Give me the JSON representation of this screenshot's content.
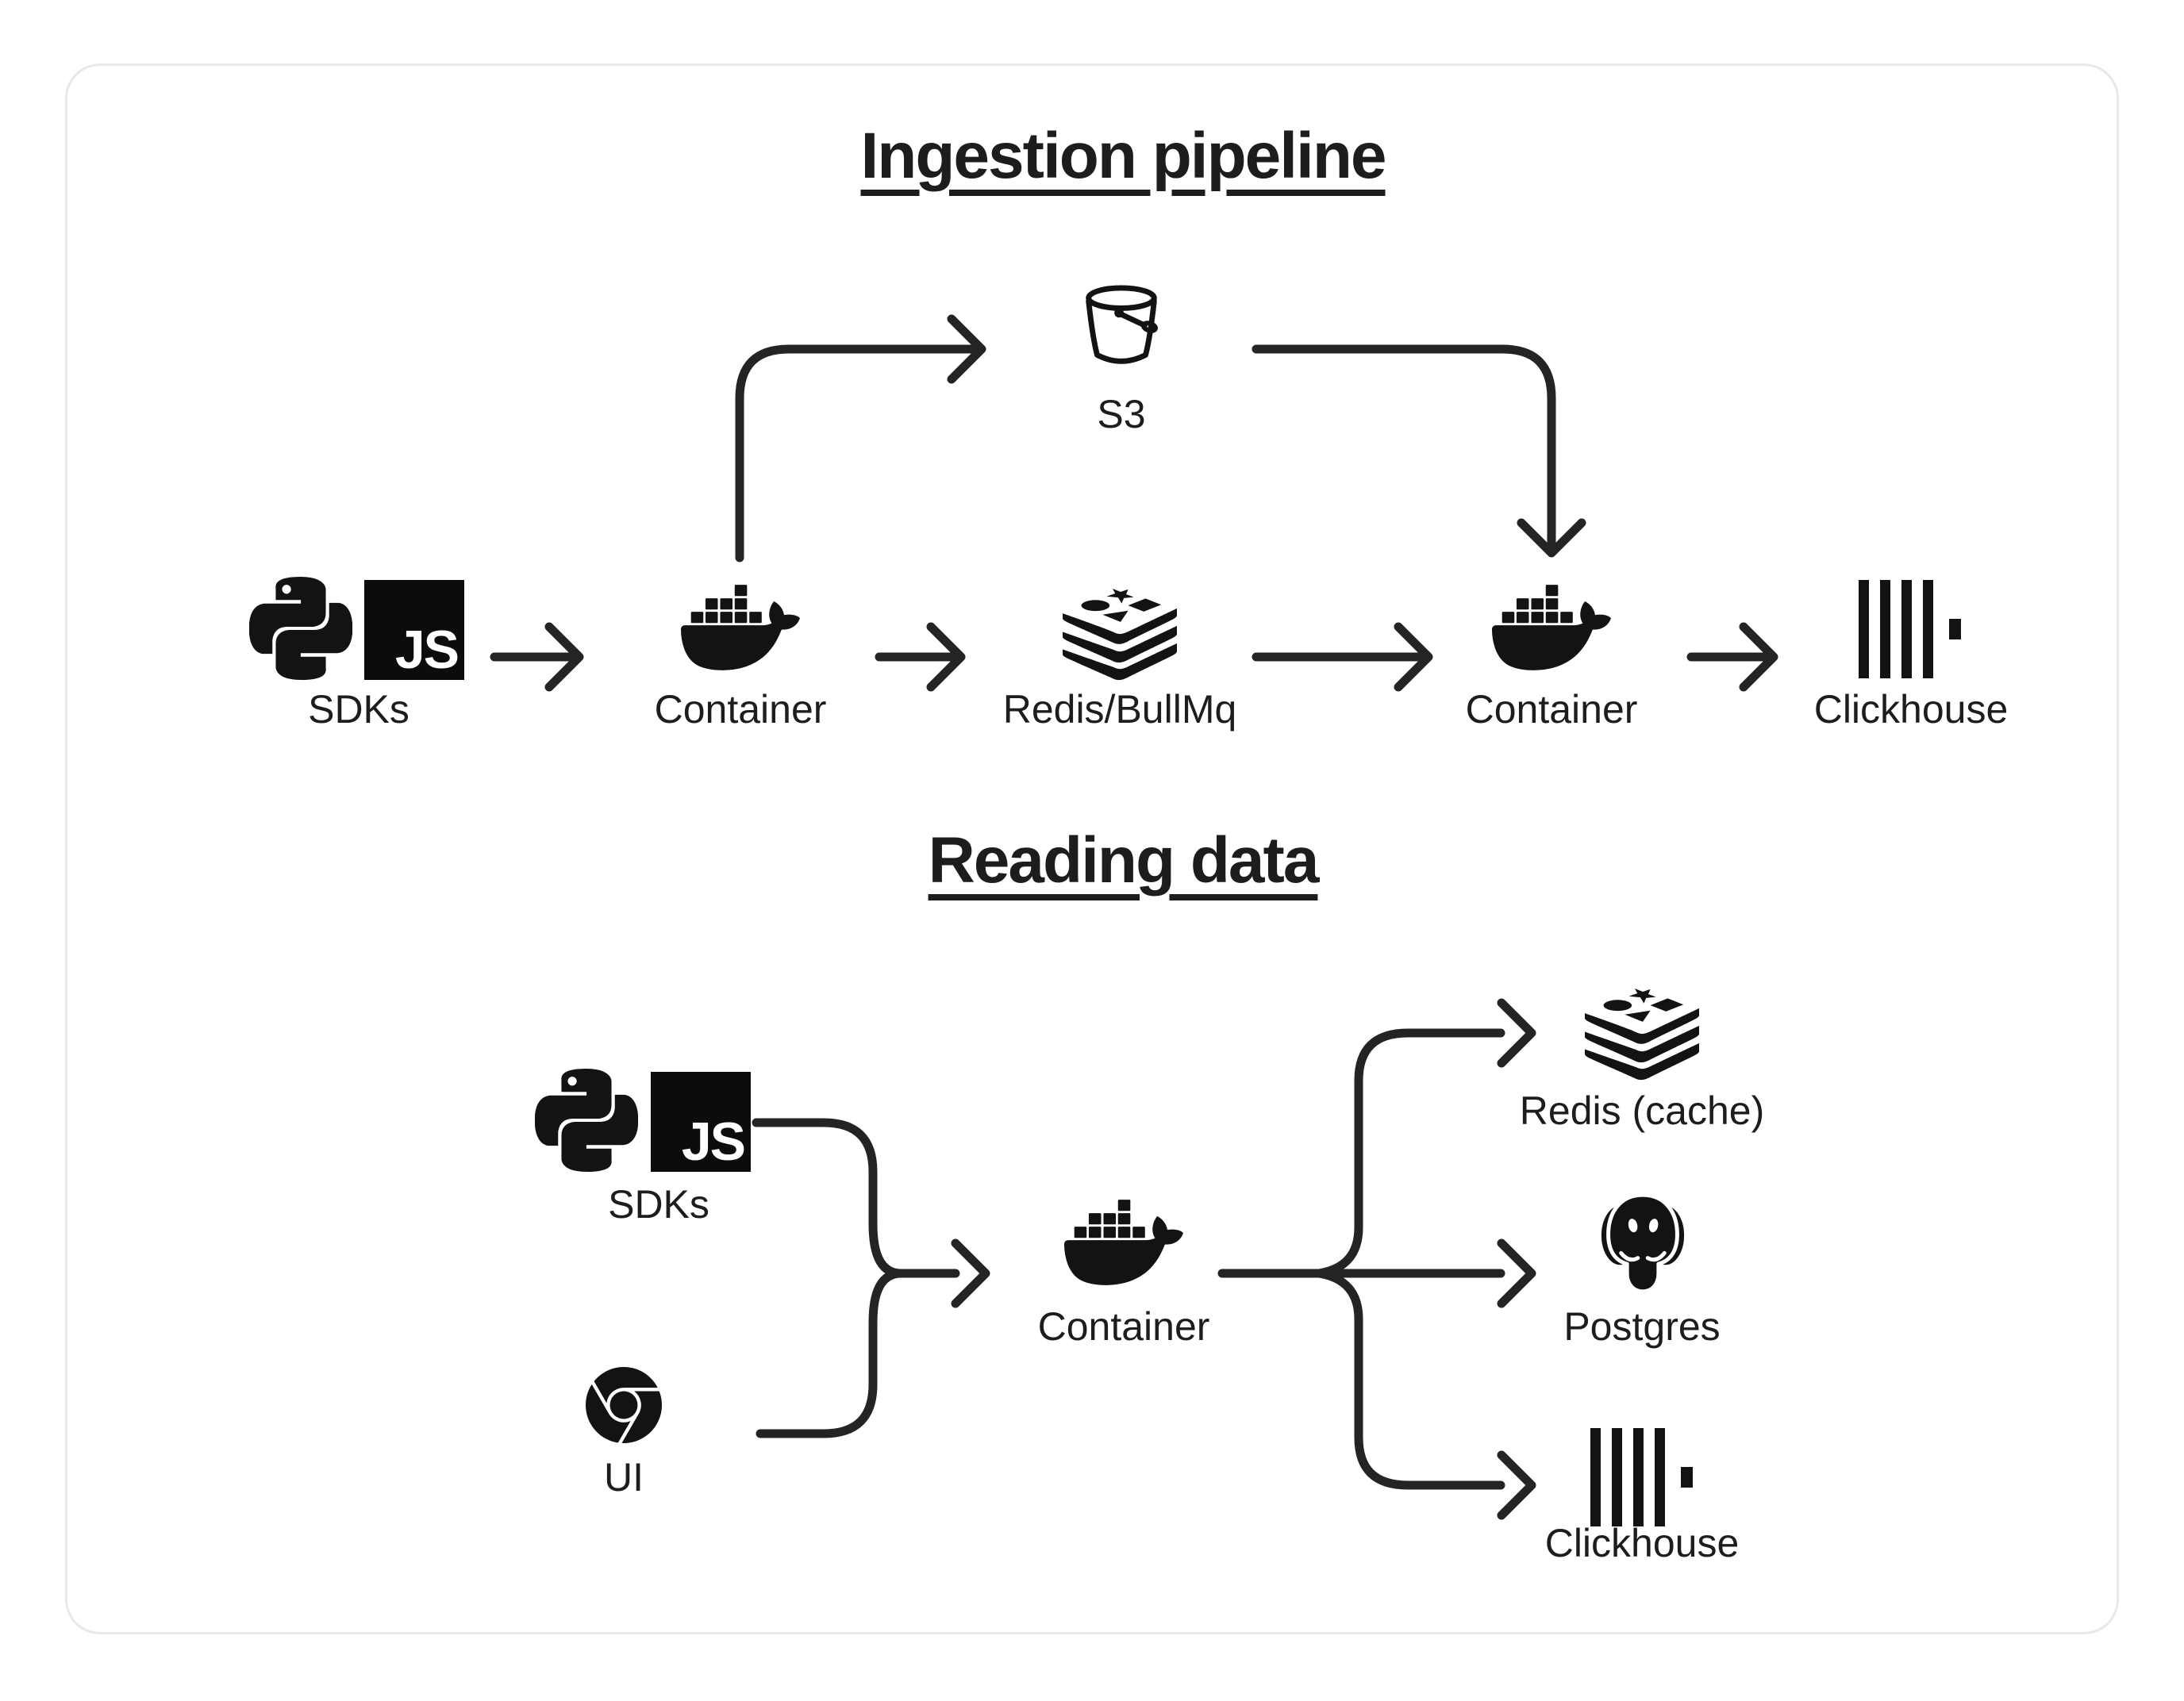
{
  "colors": {
    "ink": "#1d1d1f",
    "line": "#242424",
    "card_border": "#e8e8e8",
    "background": "#ffffff"
  },
  "badges": {
    "js": "JS"
  },
  "ingestion": {
    "title": "Ingestion pipeline",
    "nodes": {
      "sdks": {
        "label": "SDKs"
      },
      "s3": {
        "label": "S3"
      },
      "container_ingest": {
        "label": "Container"
      },
      "queue": {
        "label": "Redis/BullMq"
      },
      "container_worker": {
        "label": "Container"
      },
      "clickhouse": {
        "label": "Clickhouse"
      }
    }
  },
  "reading": {
    "title": "Reading data",
    "nodes": {
      "sdks": {
        "label": "SDKs"
      },
      "ui": {
        "label": "UI"
      },
      "container": {
        "label": "Container"
      },
      "redis_cache": {
        "label": "Redis (cache)"
      },
      "postgres": {
        "label": "Postgres"
      },
      "clickhouse": {
        "label": "Clickhouse"
      }
    }
  }
}
